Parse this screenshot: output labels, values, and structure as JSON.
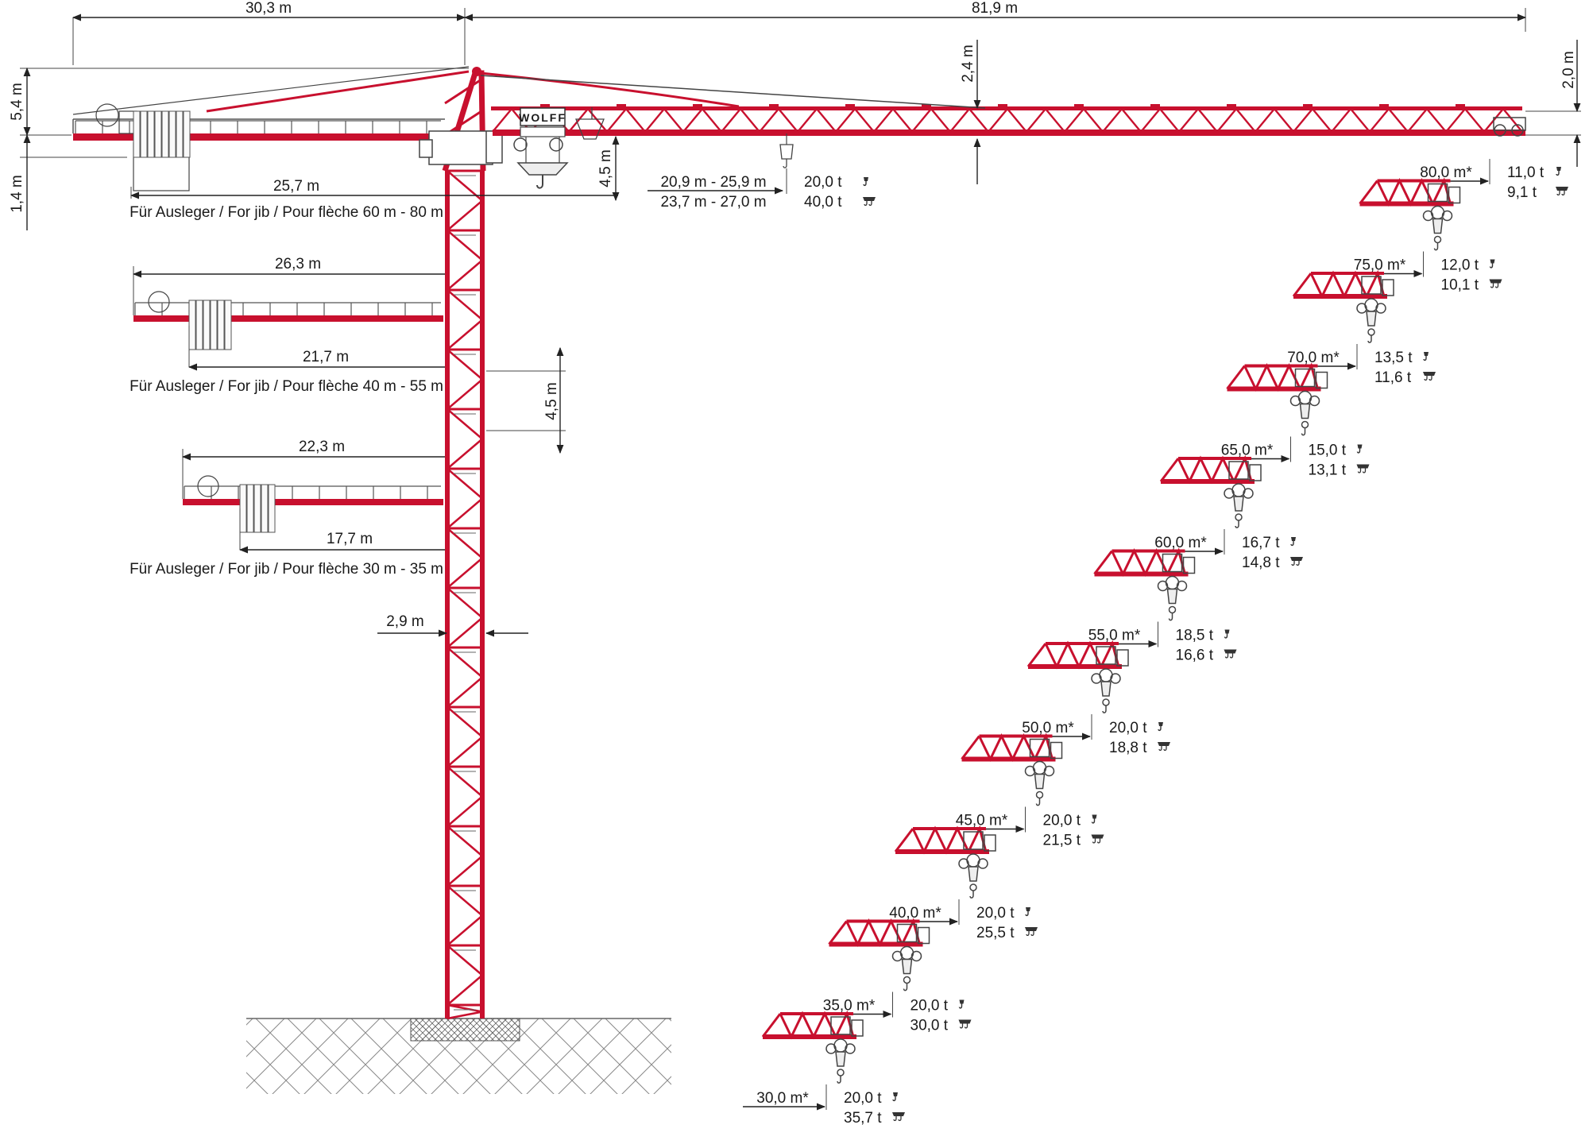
{
  "colors": {
    "crane_red": "#c8102e",
    "dimension": "#222222",
    "ground": "#777777"
  },
  "top_dimensions": {
    "counter_jib_length": "30,3 m",
    "jib_length": "81,9 m"
  },
  "height_dimensions": {
    "a_frame_height": "5,4 m",
    "counter_jib_depth": "1,4 m",
    "tie_height": "2,4 m",
    "jib_tip_height": "2,0 m",
    "cab_height": "4,5 m",
    "tower_section": "4,5 m",
    "tower_width": "2,9 m"
  },
  "counter_jibs": [
    {
      "length": "25,7 m",
      "caption": "Für Ausleger / For jib / Pour flèche 60 m - 80 m"
    },
    {
      "length": "26,3 m",
      "ballast": "21,7 m",
      "caption": "Für Ausleger / For jib / Pour flèche 40 m - 55 m"
    },
    {
      "length": "22,3 m",
      "ballast": "17,7 m",
      "caption": "Für Ausleger / For jib / Pour flèche 30 m - 35 m"
    }
  ],
  "brand": "WOLFF",
  "main_load": {
    "range_1": "20,9 m - 25,9 m",
    "range_2": "23,7 m - 27,0 m",
    "load_1": "20,0 t",
    "load_2": "40,0 t"
  },
  "jib_variants": [
    {
      "radius": "80,0 m*",
      "load_1": "11,0 t",
      "load_2": "9,1 t"
    },
    {
      "radius": "75,0 m*",
      "load_1": "12,0 t",
      "load_2": "10,1 t"
    },
    {
      "radius": "70,0 m*",
      "load_1": "13,5 t",
      "load_2": "11,6 t"
    },
    {
      "radius": "65,0 m*",
      "load_1": "15,0 t",
      "load_2": "13,1 t"
    },
    {
      "radius": "60,0 m*",
      "load_1": "16,7 t",
      "load_2": "14,8 t"
    },
    {
      "radius": "55,0 m*",
      "load_1": "18,5 t",
      "load_2": "16,6 t"
    },
    {
      "radius": "50,0 m*",
      "load_1": "20,0 t",
      "load_2": "18,8 t"
    },
    {
      "radius": "45,0 m*",
      "load_1": "20,0 t",
      "load_2": "21,5 t"
    },
    {
      "radius": "40,0 m*",
      "load_1": "20,0 t",
      "load_2": "25,5 t"
    },
    {
      "radius": "35,0 m*",
      "load_1": "20,0 t",
      "load_2": "30,0 t"
    },
    {
      "radius": "30,0 m*",
      "load_1": "20,0 t",
      "load_2": "35,7 t"
    }
  ]
}
